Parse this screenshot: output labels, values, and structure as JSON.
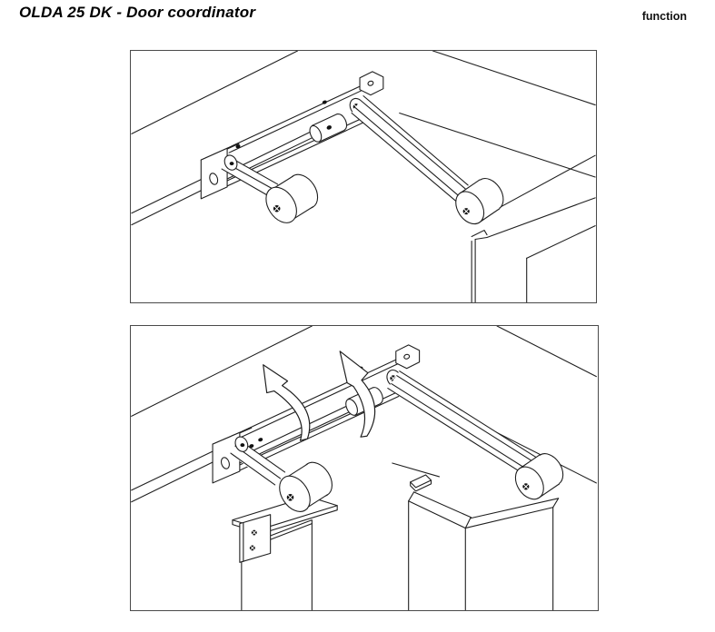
{
  "header": {
    "title": "OLDA 25 DK - Door coordinator",
    "corner_label": "function"
  },
  "figures": [
    {
      "name": "door-coordinator-doors-closed"
    },
    {
      "name": "door-coordinator-doors-open"
    }
  ],
  "colors": {
    "background": "#ffffff",
    "line": "#1f1f1f",
    "frame_border": "#4a4a4a",
    "text": "#000000"
  }
}
